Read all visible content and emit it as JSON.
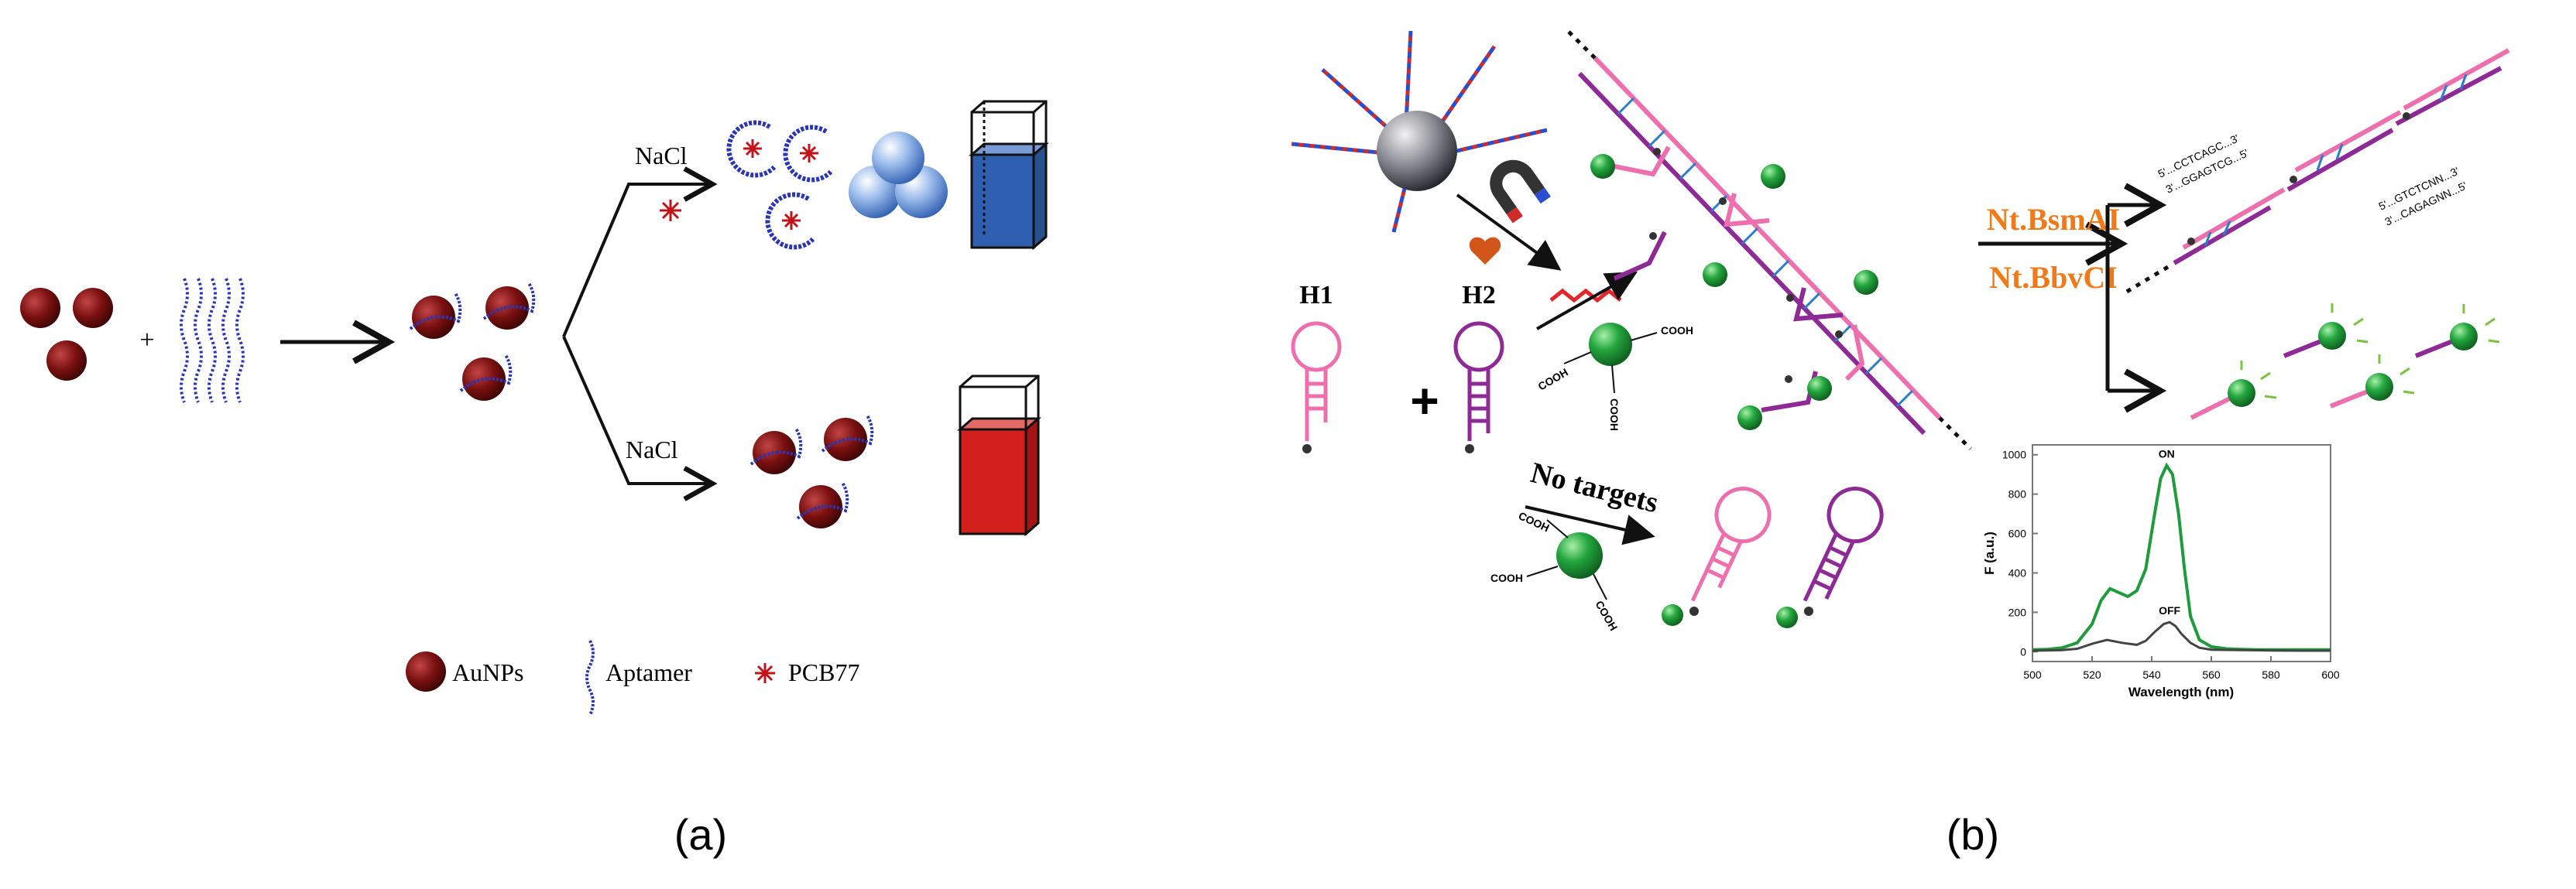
{
  "panel_a": {
    "caption": "(a)",
    "plus": "+",
    "branch_top": {
      "salt": "NaCl"
    },
    "branch_bottom": {
      "salt": "NaCl"
    },
    "legend": {
      "aunps": "AuNPs",
      "aptamer": "Aptamer",
      "pcb": "PCB77"
    },
    "colors": {
      "gold": "#7a1010",
      "aptamer": "#2a35b5",
      "pcb": "#c0141a",
      "cube_blue": "#2f5fb0",
      "cube_red": "#d3201d"
    }
  },
  "panel_b": {
    "caption": "(b)",
    "h1": "H1",
    "h2": "H2",
    "plus": "+",
    "no_targets": "No targets",
    "enzyme_1": "Nt.BsmAI",
    "enzyme_2": "Nt.BbvCI",
    "seq_top_1": "5'...CCTCAGC...3'",
    "seq_top_2": "3'...GGAGTCG...5'",
    "seq_bot_1": "5'...GTCTCNN...3'",
    "seq_bot_2": "3'...CAGAGNN...5'",
    "cooh": "COOH",
    "colors": {
      "pink": "#ee6fae",
      "purple": "#8e2a95",
      "green": "#1e9b3a",
      "enzyme": "#f07a1a"
    },
    "chart": {
      "xlabel": "Wavelength (nm)",
      "ylabel": "F (a.u.)",
      "on_label": "ON",
      "off_label": "OFF",
      "xticks": [
        "500",
        "520",
        "540",
        "560",
        "580",
        "600"
      ],
      "yticks": [
        "0",
        "200",
        "400",
        "600",
        "800",
        "1000"
      ]
    }
  },
  "chart_data": {
    "type": "line",
    "xlabel": "Wavelength (nm)",
    "ylabel": "F (a.u.)",
    "xlim": [
      500,
      600
    ],
    "ylim": [
      -50,
      1050
    ],
    "grid": false,
    "series": [
      {
        "name": "ON",
        "color": "#1e9b3a",
        "x": [
          500,
          505,
          510,
          515,
          520,
          523,
          526,
          529,
          532,
          535,
          538,
          541,
          543,
          545,
          547,
          549,
          551,
          553,
          556,
          560,
          565,
          570,
          575,
          580,
          590,
          600
        ],
        "y": [
          10,
          12,
          20,
          45,
          140,
          260,
          320,
          300,
          280,
          310,
          420,
          700,
          880,
          945,
          900,
          700,
          420,
          180,
          60,
          25,
          15,
          12,
          10,
          10,
          10,
          10
        ]
      },
      {
        "name": "OFF",
        "color": "#444444",
        "x": [
          500,
          510,
          515,
          520,
          525,
          530,
          535,
          538,
          541,
          544,
          546,
          548,
          550,
          553,
          556,
          560,
          570,
          580,
          590,
          600
        ],
        "y": [
          5,
          8,
          15,
          40,
          60,
          45,
          35,
          55,
          100,
          140,
          150,
          130,
          90,
          45,
          20,
          10,
          8,
          6,
          5,
          5
        ]
      }
    ]
  }
}
